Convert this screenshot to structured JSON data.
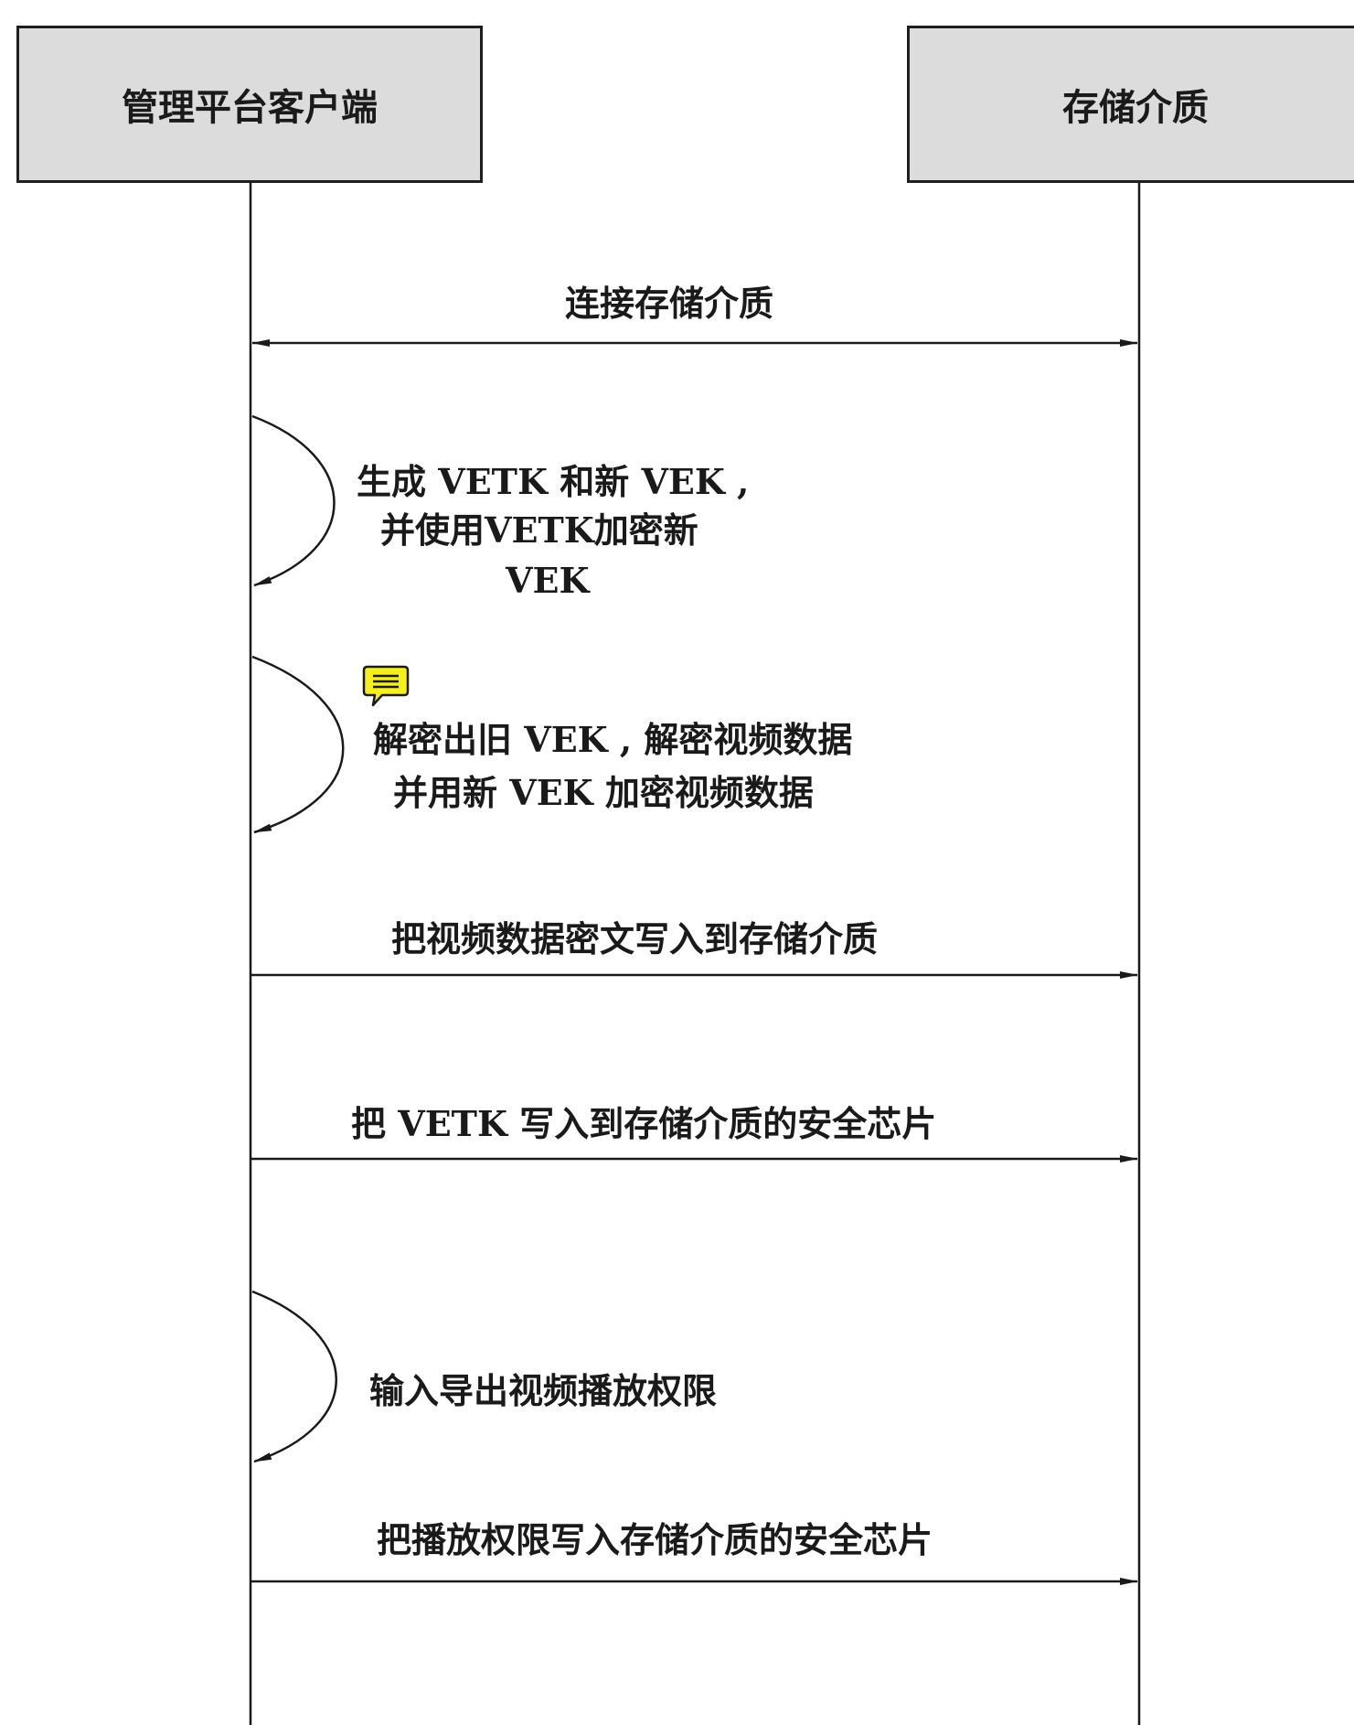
{
  "actors": {
    "left": "管理平台客户端",
    "right": "存储介质"
  },
  "messages": [
    {
      "id": "m1",
      "lines": [
        "连接存储介质"
      ]
    },
    {
      "id": "s1",
      "lines": [
        "生成 VETK 和新 VEK ,",
        "并使用VETK加密新",
        "VEK"
      ]
    },
    {
      "id": "s2",
      "lines": [
        "解密出旧 VEK , 解密视频数据",
        "并用新 VEK 加密视频数据"
      ]
    },
    {
      "id": "m2",
      "lines": [
        "把视频数据密文写入到存储介质"
      ]
    },
    {
      "id": "m3",
      "lines": [
        "把 VETK 写入到存储介质的安全芯片"
      ]
    },
    {
      "id": "s3",
      "lines": [
        "输入导出视频播放权限"
      ]
    },
    {
      "id": "m4",
      "lines": [
        "把播放权限写入存储介质的安全芯片"
      ]
    }
  ],
  "icons": {
    "note": "comment-note-icon"
  },
  "colors": {
    "actor_fill": "#dcdcdc",
    "note_fill": "#f5f01a"
  }
}
